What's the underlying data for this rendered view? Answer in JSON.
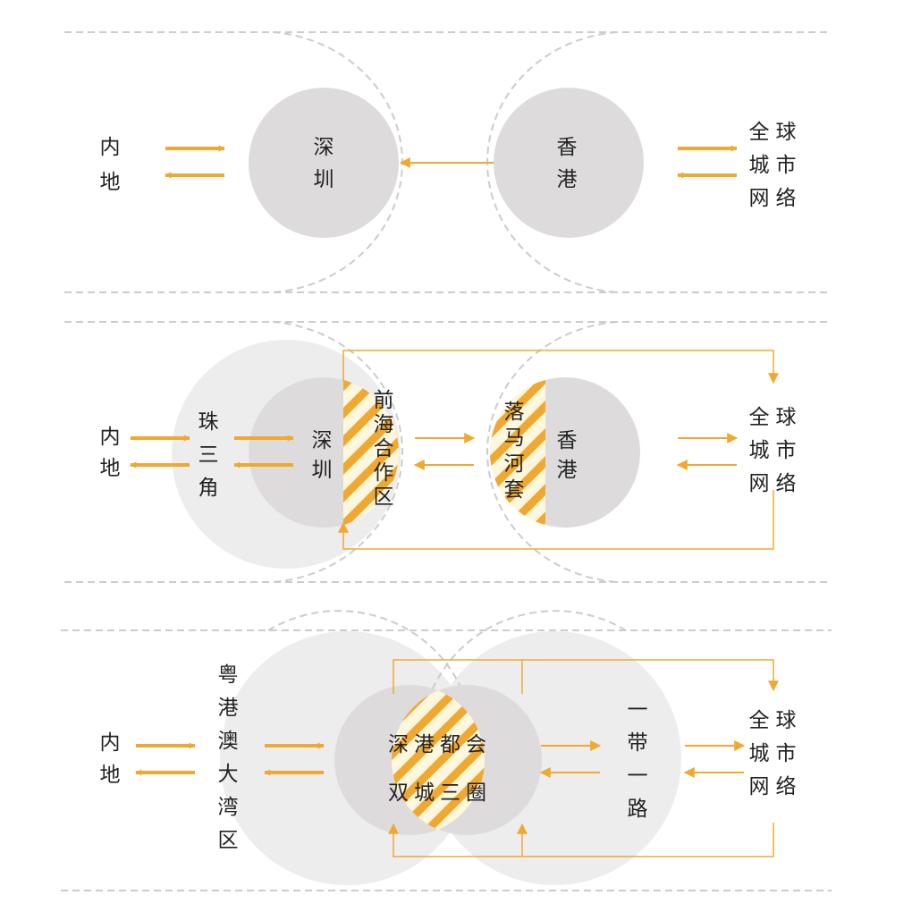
{
  "colors": {
    "accent": "#F0A830",
    "stripe_bg": "#FFF7DC",
    "circle_gray": "#DDDBDB",
    "circle_light": "#EEEDED",
    "dash": "#CCCCCC",
    "text": "#222222"
  },
  "panel1": {
    "mainland": "内地",
    "shenzhen": "深圳",
    "hongkong": "香港",
    "global": [
      "全球",
      "城市",
      "网络"
    ]
  },
  "panel2": {
    "mainland": "内地",
    "prd": "珠三角",
    "shenzhen": "深圳",
    "qianhai": "前海合作区",
    "lokmachau": "落马河套",
    "hongkong": "香港",
    "global": [
      "全球",
      "城市",
      "网络"
    ]
  },
  "panel3": {
    "mainland": "内地",
    "gba": "粤港澳大湾区",
    "metro_line1": "深港都会",
    "metro_line2": "双城三圈",
    "belt_road": "一带一路",
    "global": [
      "全球",
      "城市",
      "网络"
    ]
  }
}
